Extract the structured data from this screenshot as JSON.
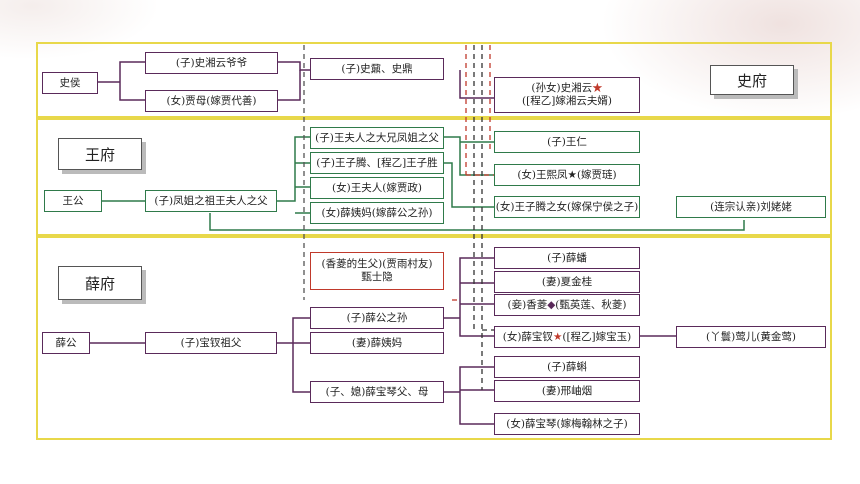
{
  "families": {
    "shi": "史府",
    "wang": "王府",
    "xue": "薛府"
  },
  "shi": {
    "root": "史侯",
    "son": "(子)史湘云爷爷",
    "daughter": "(女)贾母(嫁贾代善)",
    "grandsons": "(子)史鼐、史鼎",
    "xiangyun": "(孙女)史湘云",
    "xiangyun_spouse": "([程乙]嫁湘云夫婿)"
  },
  "wang": {
    "root": "王公",
    "son": "(子)凤姐之祖王夫人之父",
    "c1": "(子)王夫人之大兄凤姐之父",
    "c2": "(子)王子腾、[程乙]王子胜",
    "c3": "(女)王夫人(嫁贾政)",
    "c4": "(女)薛姨妈(嫁薛公之孙)",
    "g1": "(子)王仁",
    "g2": "(女)王熙凤",
    "g2_spouse": "(嫁贾琏)",
    "g3": "(女)王子腾之女(嫁保宁侯之子)",
    "liu": "(连宗认亲)刘姥姥"
  },
  "xue": {
    "root": "薛公",
    "son": "(子)宝钗祖父",
    "zhen_line1": "(香菱的生父)(贾雨村友)",
    "zhen_line2": "甄士隐",
    "grandson": "(子)薛公之孙",
    "grandson_wife": "(妻)薛姨妈",
    "qin_parents": "(子、媳)薛宝琴父、母",
    "pan": "(子)薛蟠",
    "pan_wife": "(妻)夏金桂",
    "xiangling": "(妾)香菱",
    "xiangling_note": "(甄英莲、秋菱)",
    "baochai": "(女)薛宝钗",
    "baochai_spouse": "([程乙]嫁宝玉)",
    "yinger": "(丫鬟)莺儿(黄金莺)",
    "ke": "(子)薛蝌",
    "ke_wife": "(妻)邢岫烟",
    "baoqin": "(女)薛宝琴(嫁梅翰林之子)"
  },
  "symbols": {
    "star": "★",
    "diamond": "◆"
  },
  "colors": {
    "section_border": "#e8d84a",
    "purple_line": "#5a2a5a",
    "green_line": "#2f7a4a",
    "red_dashed": "#c0392b"
  }
}
